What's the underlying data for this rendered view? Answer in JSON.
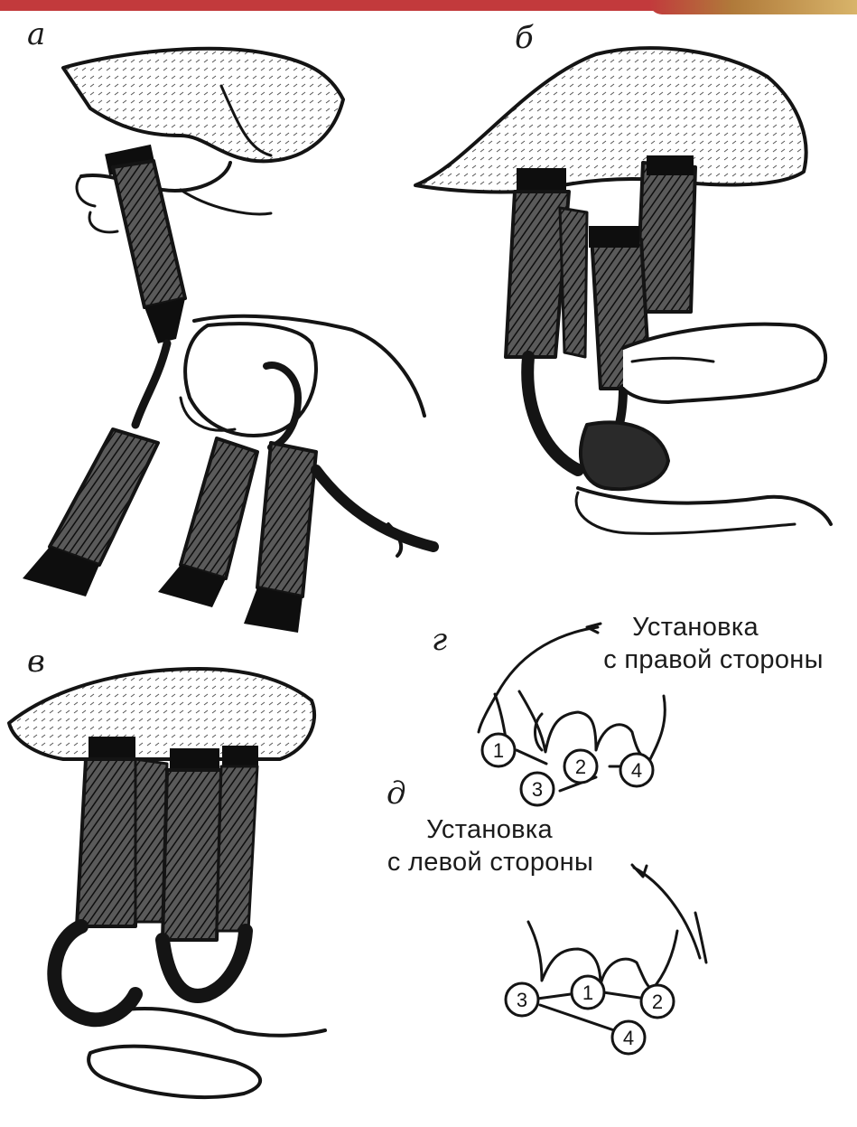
{
  "panels": [
    {
      "letter": "а"
    },
    {
      "letter": "б"
    },
    {
      "letter": "в"
    },
    {
      "letter": "г"
    },
    {
      "letter": "д"
    }
  ],
  "captions": {
    "right_line1": "Установка",
    "right_line2": "с правой стороны",
    "left_line1": "Установка",
    "left_line2": "с левой стороны"
  },
  "scheme_right": {
    "cups": [
      "1",
      "2",
      "3",
      "4"
    ]
  },
  "scheme_left": {
    "cups": [
      "1",
      "2",
      "3",
      "4"
    ]
  },
  "colors": {
    "ink": "#141414",
    "header_bar": "#c23a3c"
  }
}
